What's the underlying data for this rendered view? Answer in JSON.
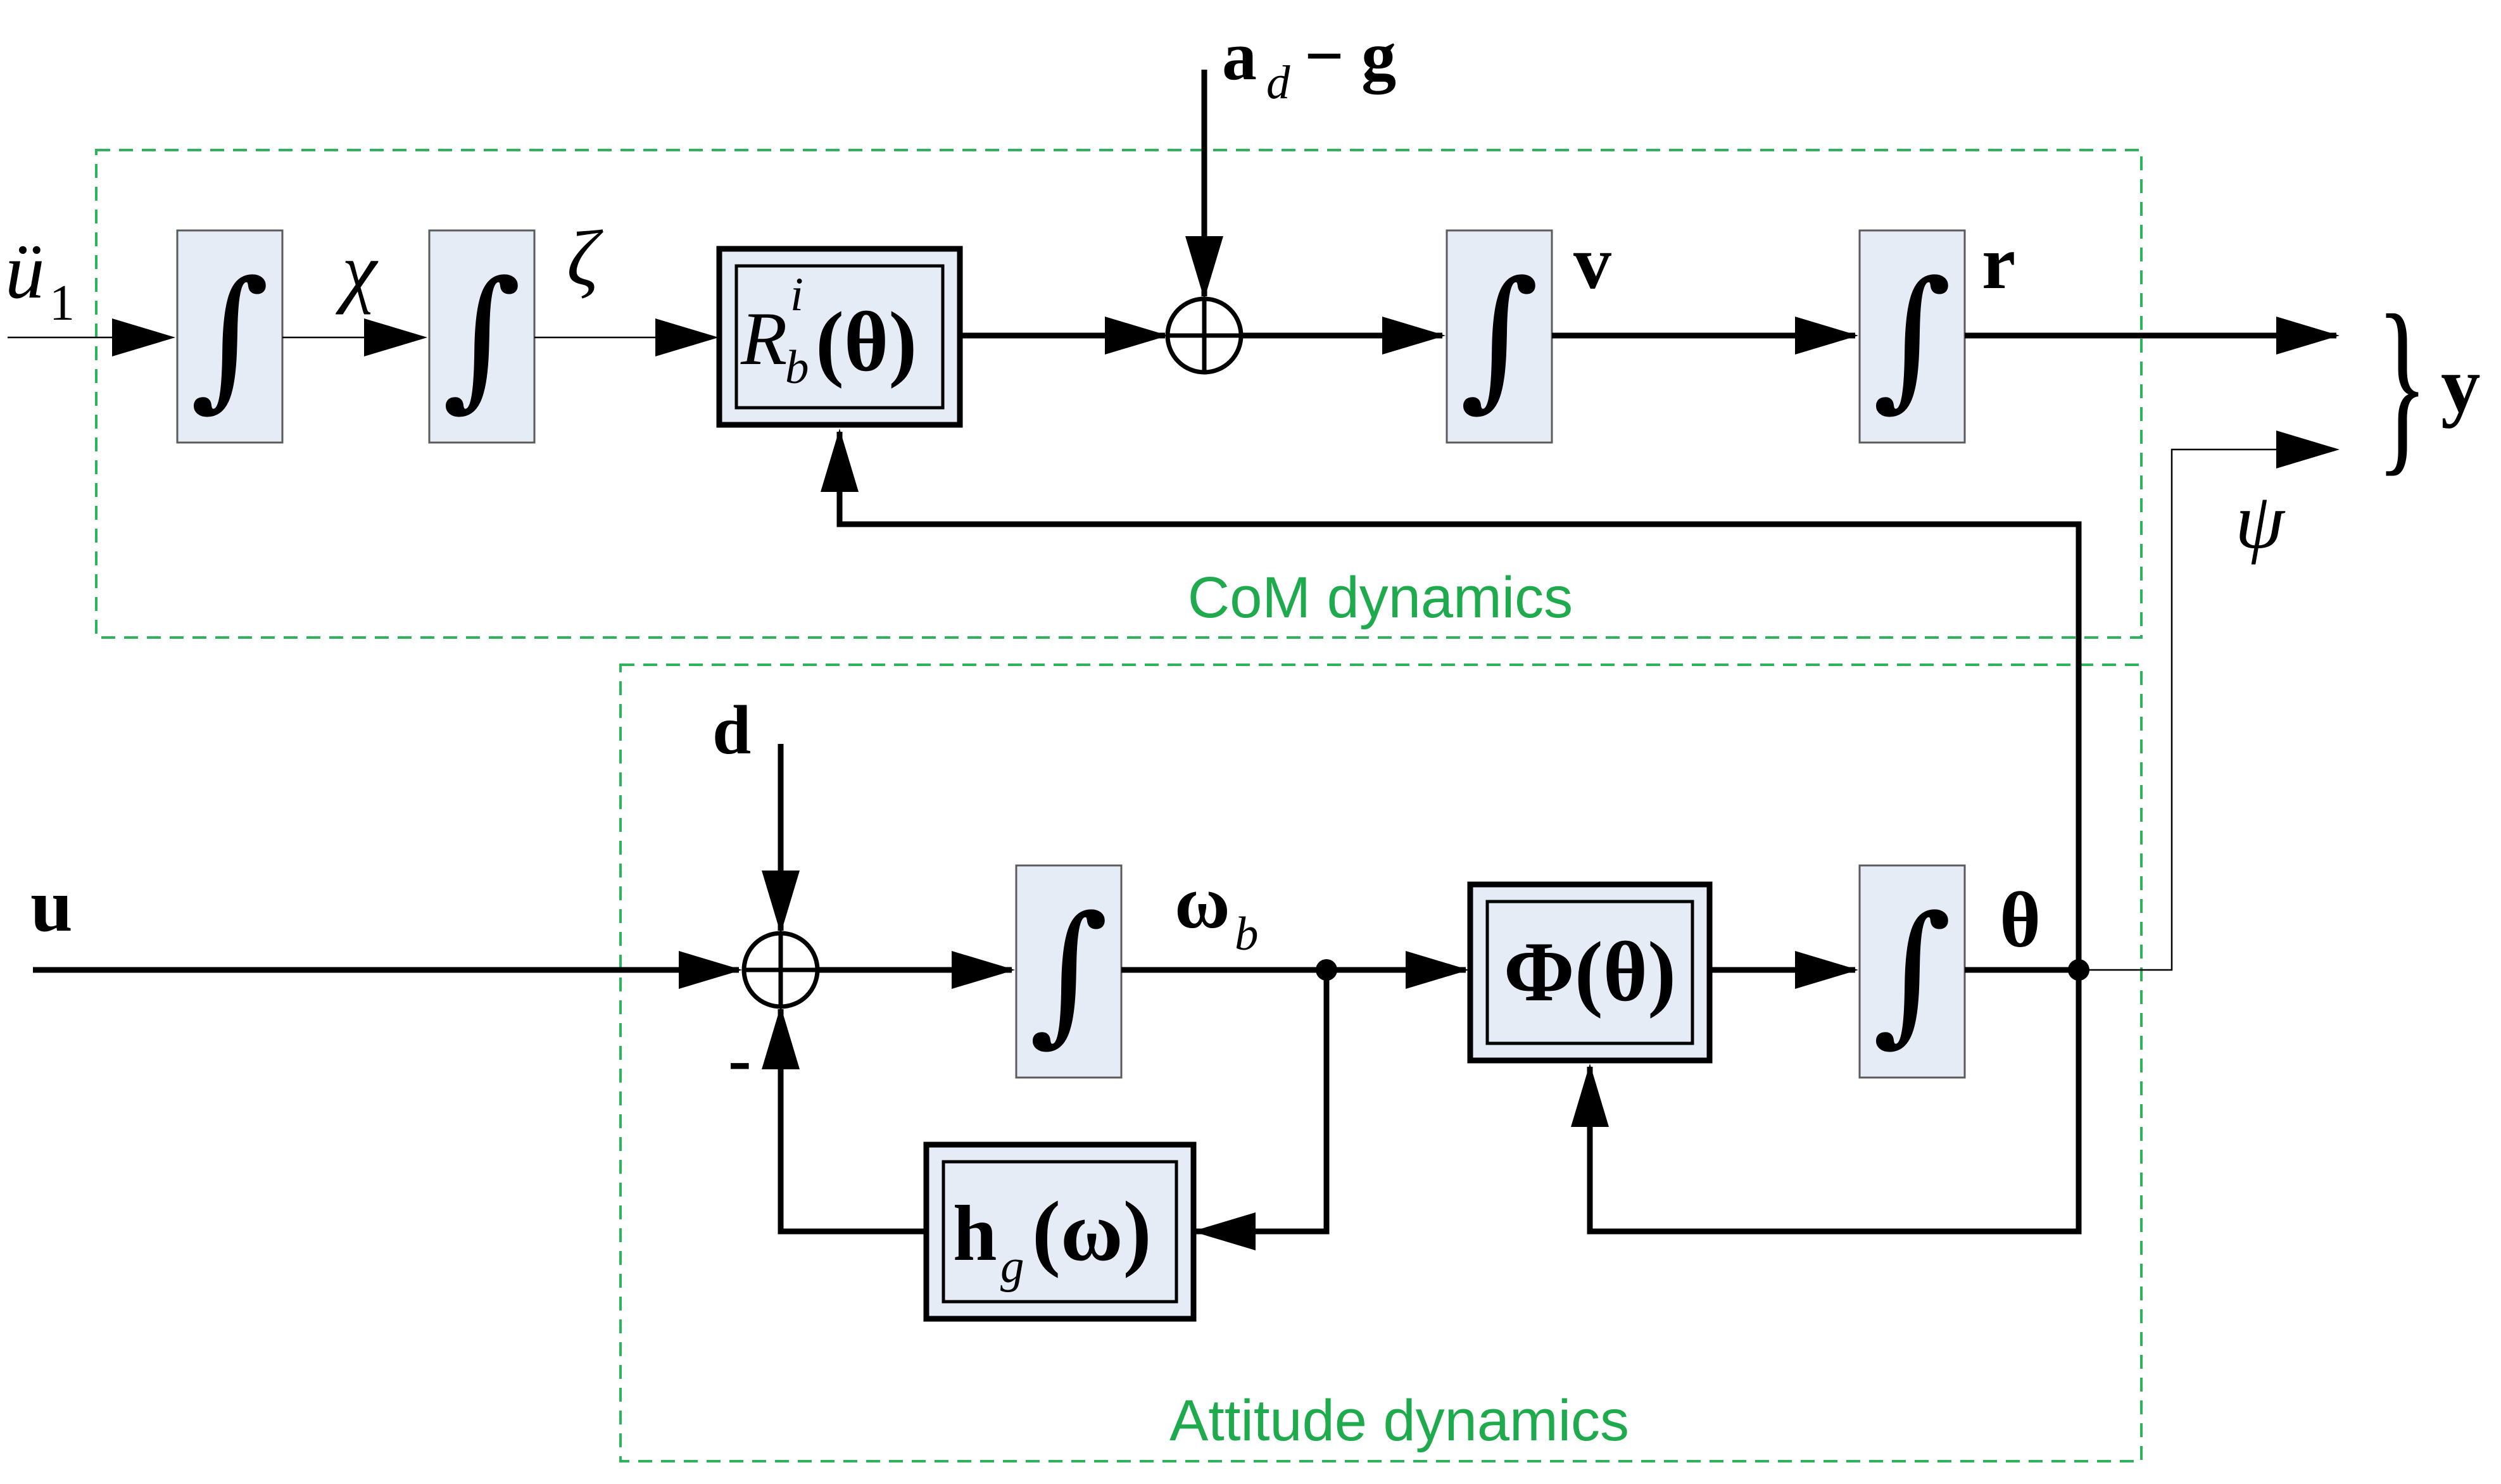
{
  "regions": {
    "com_label": "CoM dynamics",
    "attitude_label": "Attitude dynamics"
  },
  "symbols": {
    "integrator": "∫",
    "input_u1": "ü",
    "input_u1_sub": "1",
    "chi": "χ",
    "zeta": "ζ",
    "rot_R": "R",
    "rot_sub": "b",
    "rot_sup": "i",
    "rot_arg": "(θ)",
    "accel_a": "a",
    "accel_sub": "d",
    "accel_rest": "− g",
    "velocity": "v",
    "position": "r",
    "output_y": "y",
    "output_psi": "ψ",
    "brace": "}",
    "input_u": "u",
    "disturbance": "d",
    "minus_sign": "-",
    "omega": "ω",
    "omega_sub": "b",
    "phi_block": "Φ(θ)",
    "theta": "θ",
    "hg_h": "h",
    "hg_sub": "g",
    "hg_arg": "(ω)"
  }
}
